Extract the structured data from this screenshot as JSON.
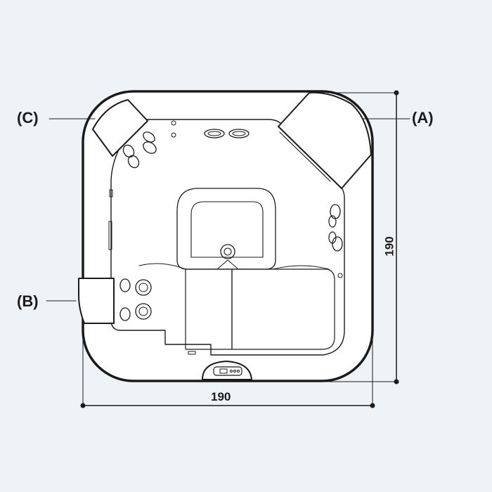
{
  "labels": {
    "a": "(A)",
    "b": "(B)",
    "c": "(C)"
  },
  "dimensions": {
    "width": "190",
    "height": "190"
  },
  "colors": {
    "background": "#eef3f7",
    "line": "#1b1b1b",
    "shell_fill": "#ffffff"
  }
}
